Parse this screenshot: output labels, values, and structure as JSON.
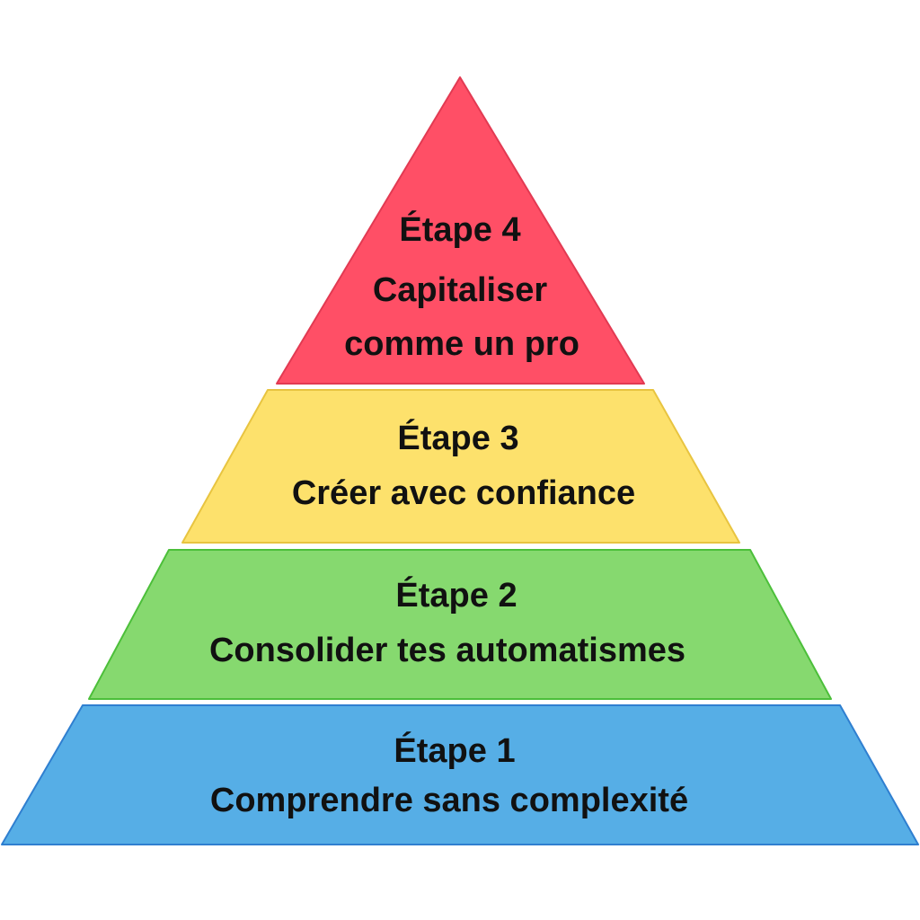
{
  "colors": {
    "stage4": "#ff4f66",
    "stage3": "#fde16c",
    "stage2": "#86d96f",
    "stage1": "#56aee6"
  },
  "tiers": [
    {
      "step": "Étape 4",
      "lines": [
        "Capitaliser",
        "comme un pro"
      ]
    },
    {
      "step": "Étape 3",
      "lines": [
        "Créer avec confiance"
      ]
    },
    {
      "step": "Étape 2",
      "lines": [
        "Consolider tes automatismes"
      ]
    },
    {
      "step": "Étape 1",
      "lines": [
        "Comprendre sans complexité"
      ]
    }
  ]
}
